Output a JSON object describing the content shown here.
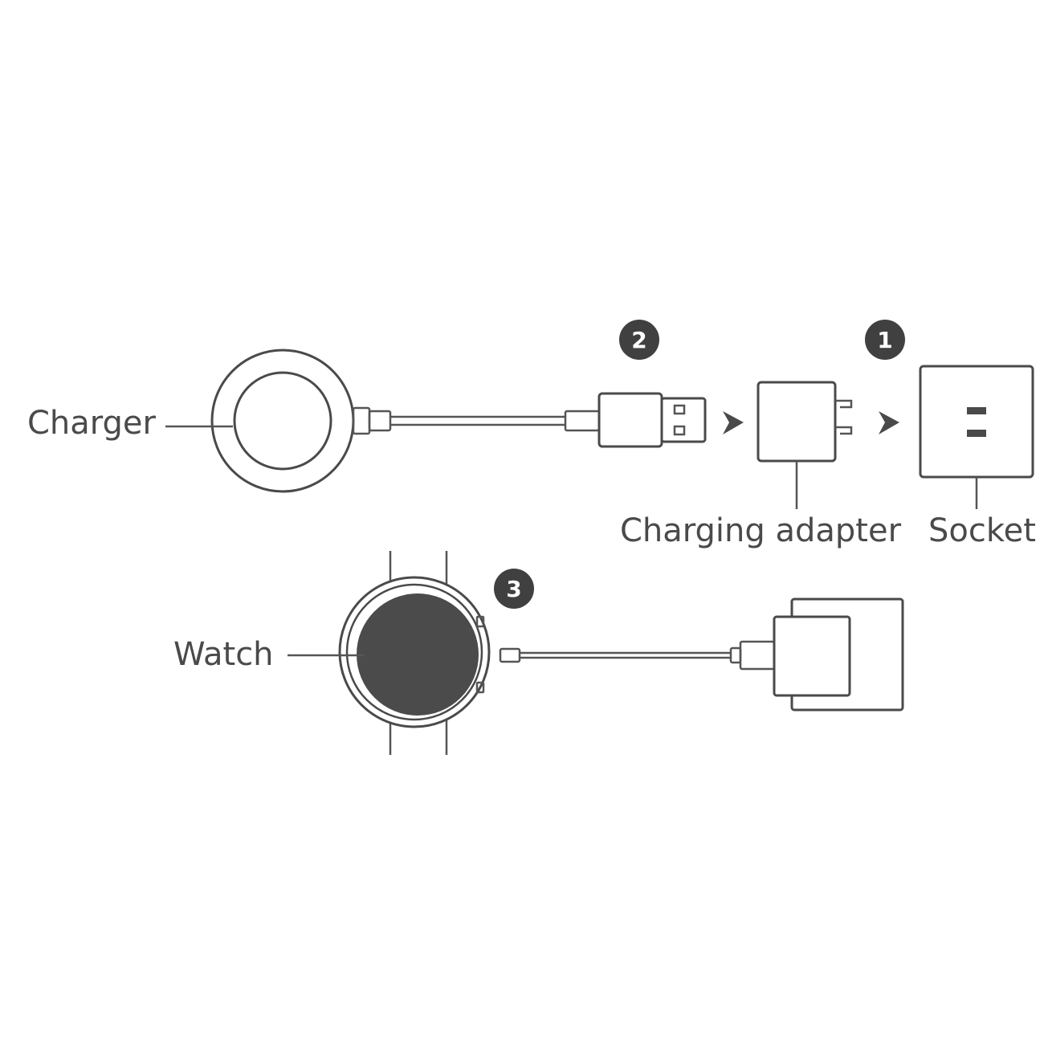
{
  "labels": {
    "charger": "Charger",
    "charging_adapter": "Charging adapter",
    "socket": "Socket",
    "watch": "Watch"
  },
  "steps": {
    "step1": "1",
    "step2": "2",
    "step3": "3"
  },
  "colors": {
    "line": "#4a4a4a",
    "badge": "#404040",
    "watch_face": "#4b4b4b",
    "background": "#ffffff"
  }
}
